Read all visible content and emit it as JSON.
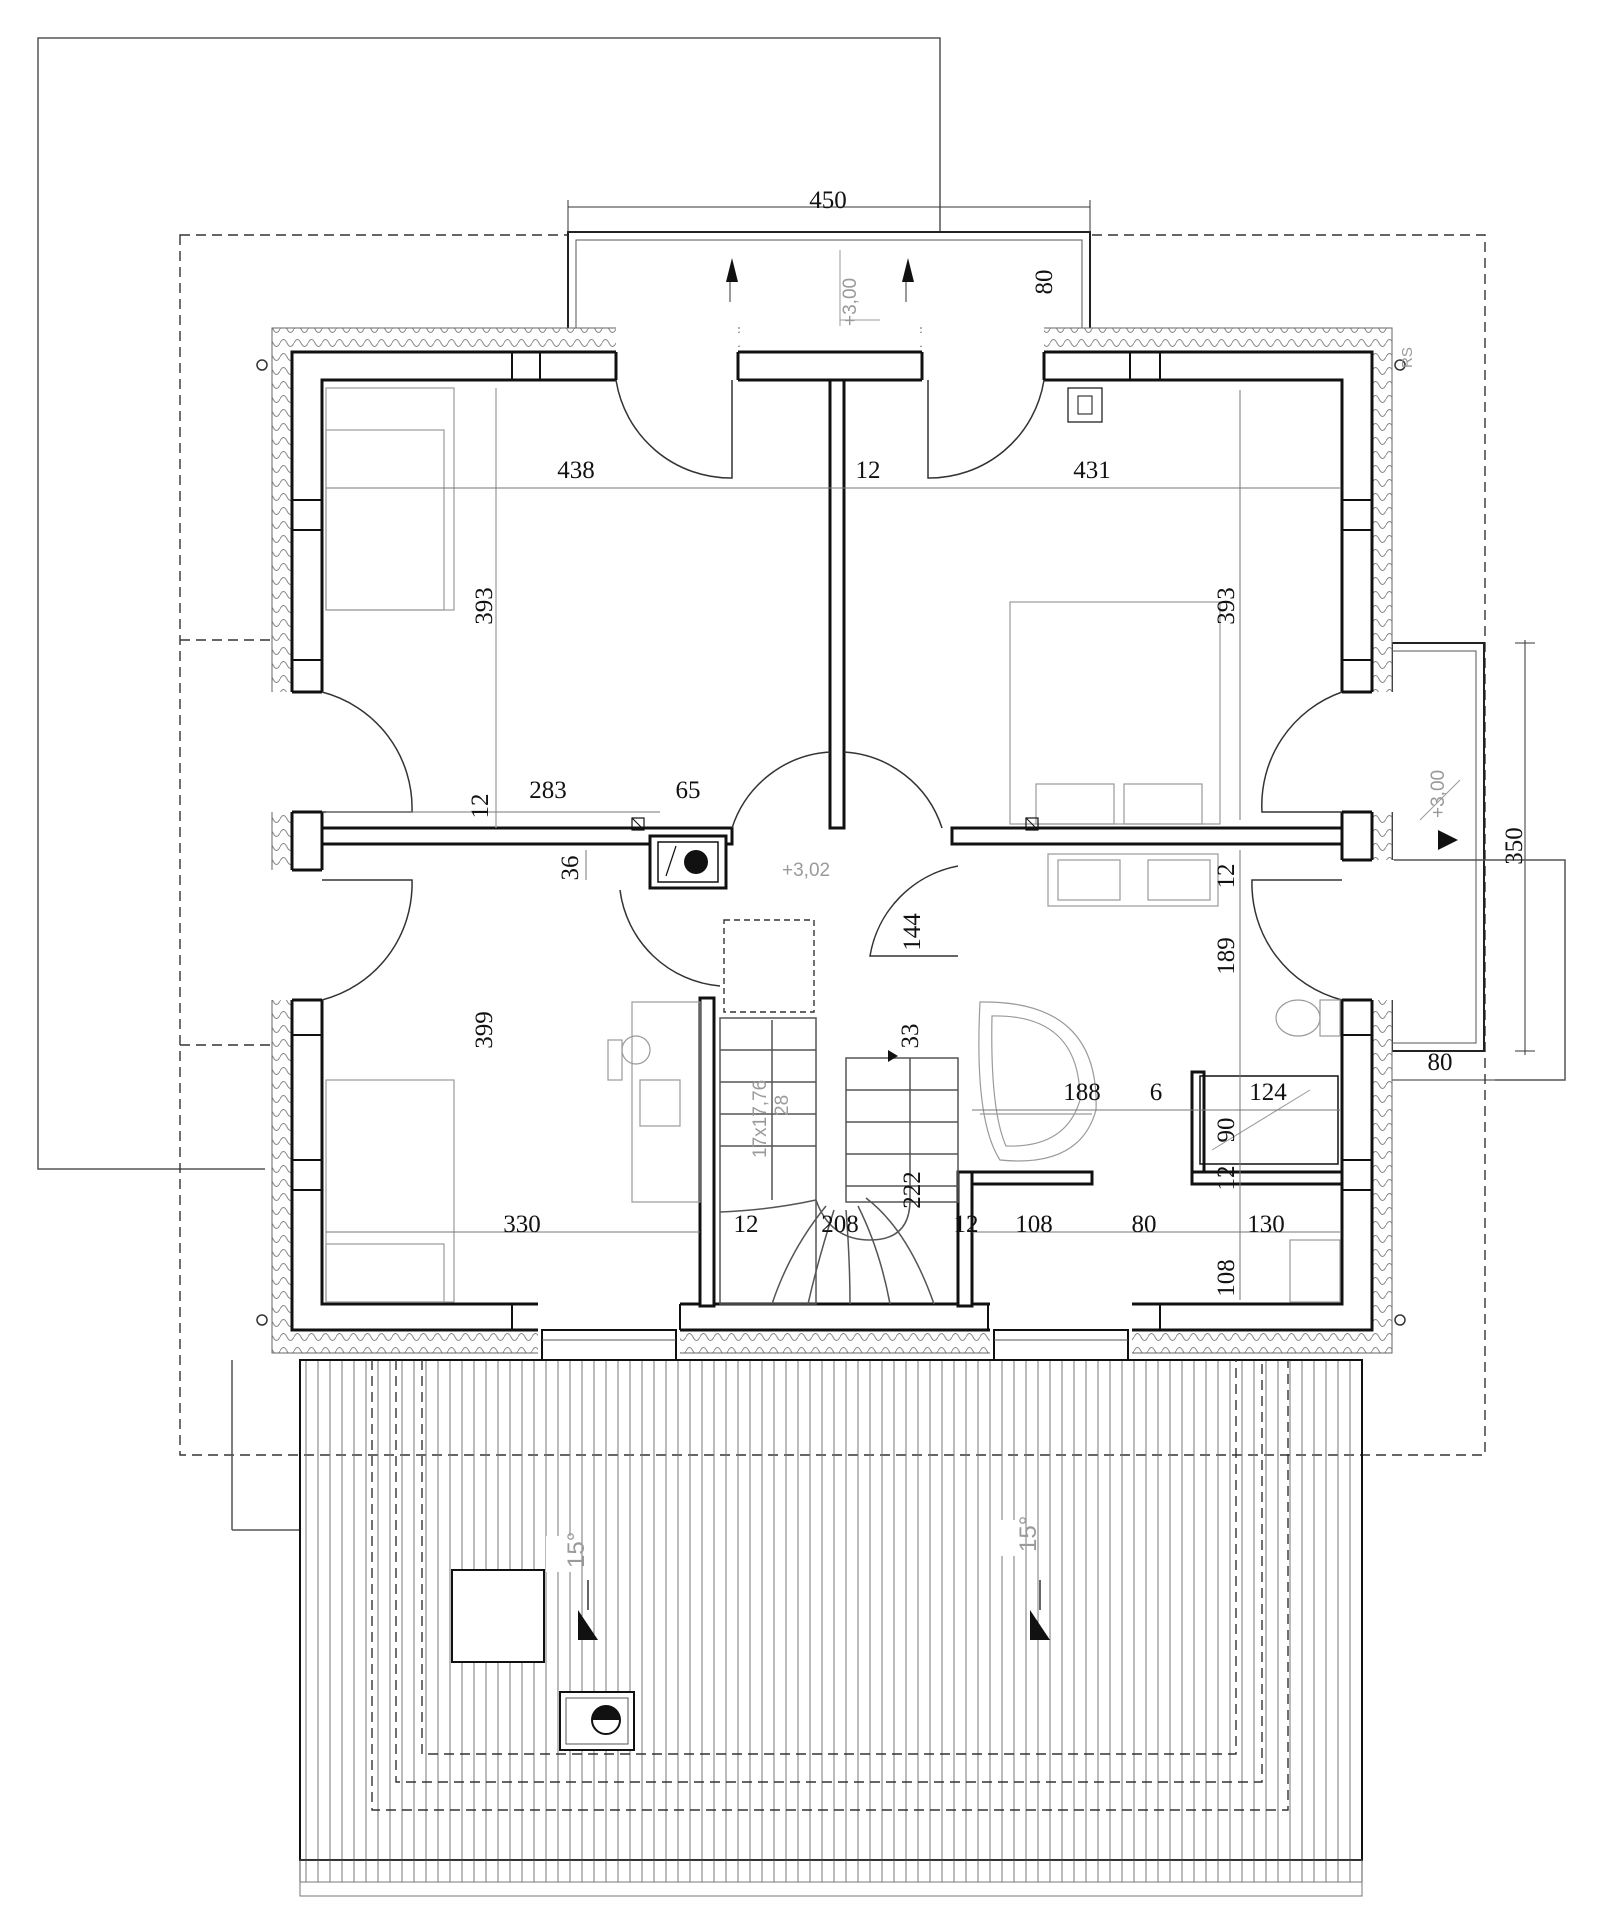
{
  "drawing": {
    "dimensions": {
      "balcony_width": "450",
      "balcony_depth_top": "80",
      "room_nw_width": "438",
      "partition_top": "12",
      "room_ne_width": "431",
      "room_nw_depth": "393",
      "room_ne_depth": "393",
      "wall_mid_left": "12",
      "nw_lower_segment": "283",
      "nw_lower_segment_2": "65",
      "offset_36": "36",
      "hall_144": "144",
      "bath_wall_12": "12",
      "bath_189": "189",
      "room_sw_depth": "399",
      "stair_33": "33",
      "bath_188": "188",
      "bath_6": "6",
      "bath_124": "124",
      "shower_90": "90",
      "side_balcony_80": "80",
      "side_balcony_350": "350",
      "stair_222": "222",
      "room_sw_width": "330",
      "stair_wall_left": "12",
      "stair_width": "208",
      "stair_wall_right": "12",
      "bottom_108": "108",
      "bottom_80": "80",
      "bottom_130": "130",
      "bottom_108_v": "108",
      "bath_12_lower": "12"
    },
    "annotations": {
      "level_balcony_top": "+3,00",
      "level_balcony_side": "+3,00",
      "level_hall": "+3,02",
      "stair_spec_1": "17x17,76",
      "stair_spec_2": "28",
      "roof_slope_left": "15°",
      "roof_slope_right": "15°",
      "corner_mark": "RS"
    }
  }
}
